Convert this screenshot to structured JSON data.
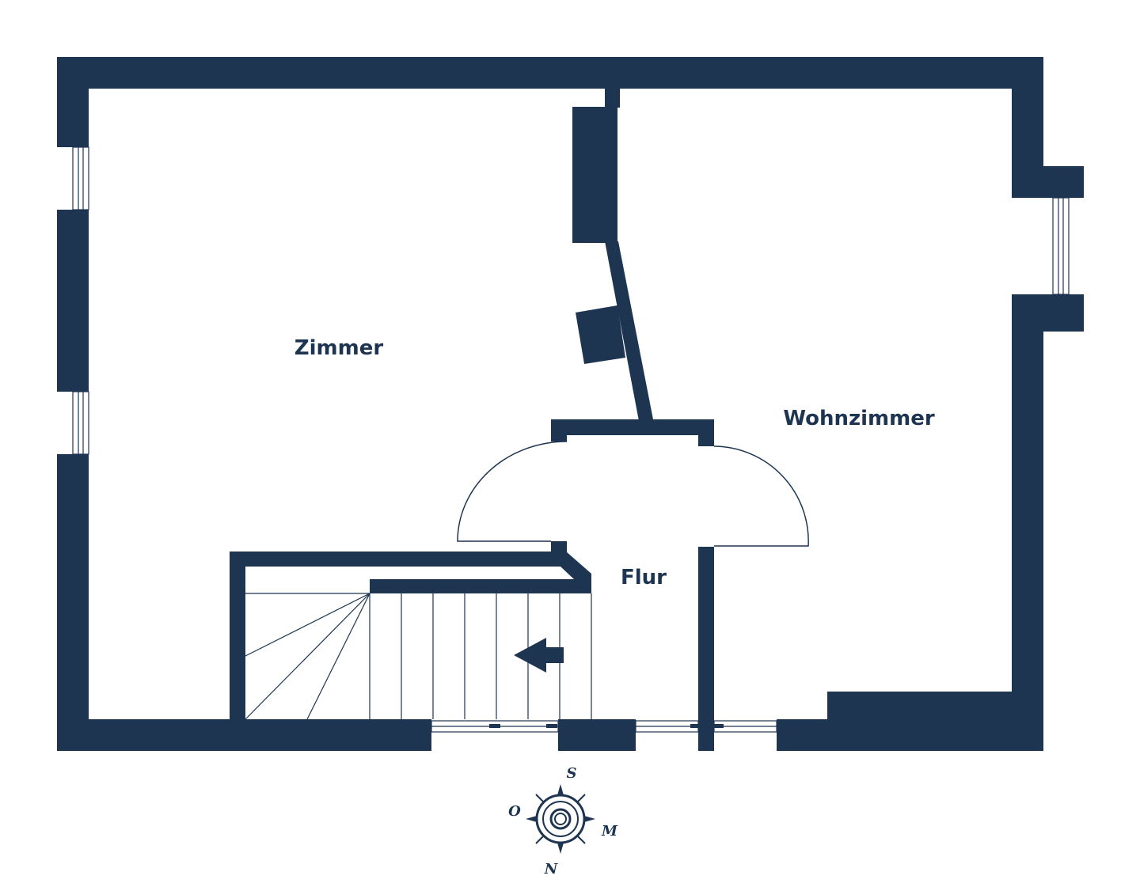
{
  "colors": {
    "wall": "#1e3552",
    "background": "#ffffff",
    "line": "#1e3552"
  },
  "rooms": {
    "zimmer": "Zimmer",
    "wohnzimmer": "Wohnzimmer",
    "flur": "Flur"
  },
  "compass": {
    "top": "S",
    "left": "O",
    "right": "M",
    "bottom": "N",
    "icon": "compass-rose-icon"
  },
  "stairs": {
    "direction_icon": "arrow-left-icon"
  }
}
